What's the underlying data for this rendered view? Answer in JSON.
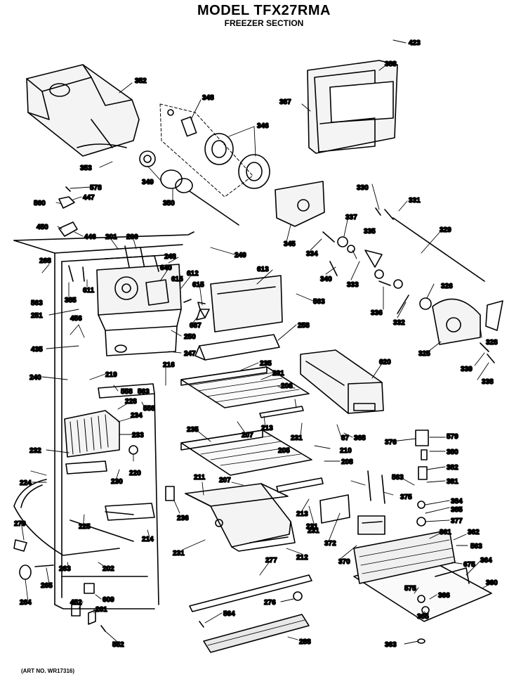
{
  "header": {
    "title": "MODEL TFX27RMA",
    "subtitle": "FREEZER SECTION"
  },
  "footer": {
    "art_no": "(ART NO. WR17316)"
  },
  "part_numbers": [
    "423",
    "352",
    "388",
    "387",
    "348",
    "346",
    "353",
    "349",
    "350",
    "578",
    "447",
    "560",
    "450",
    "446",
    "330",
    "331",
    "345",
    "337",
    "329",
    "335",
    "201",
    "200",
    "249",
    "268",
    "248",
    "612",
    "640",
    "615",
    "613",
    "385",
    "611",
    "615",
    "334",
    "340",
    "333",
    "563",
    "251",
    "687",
    "250",
    "336",
    "332",
    "326",
    "328",
    "563",
    "258",
    "456",
    "435",
    "247",
    "325",
    "339",
    "338",
    "620",
    "240",
    "219",
    "216",
    "235",
    "231",
    "206",
    "558",
    "563",
    "228",
    "558",
    "234",
    "233",
    "207",
    "213",
    "231",
    "87",
    "368",
    "235",
    "232",
    "210",
    "206",
    "208",
    "220",
    "211",
    "207",
    "376",
    "579",
    "231",
    "224",
    "230",
    "563",
    "380",
    "382",
    "381",
    "375",
    "384",
    "385",
    "377",
    "236",
    "213",
    "231",
    "225",
    "372",
    "361",
    "362",
    "279",
    "214",
    "231",
    "212",
    "370",
    "563",
    "264",
    "265",
    "263",
    "202",
    "277",
    "675",
    "364",
    "575",
    "366",
    "609",
    "452",
    "261",
    "276",
    "360",
    "365",
    "564",
    "552",
    "288",
    "363"
  ]
}
